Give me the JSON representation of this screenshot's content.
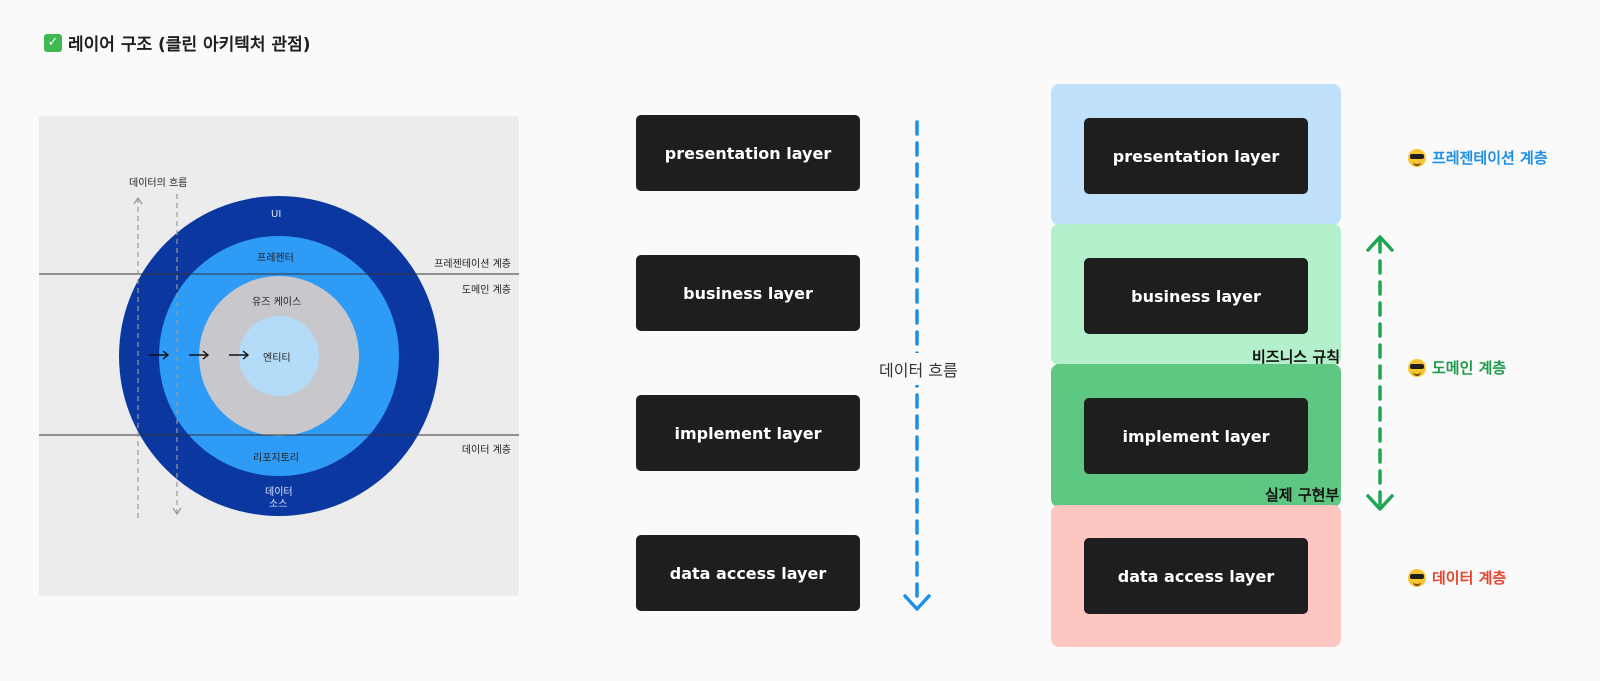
{
  "header": {
    "check_icon": "check-box-icon",
    "title": "레이어 구조 (클린 아키텍처 관점)"
  },
  "circle_diagram": {
    "flow_label": "데이터의 흐름",
    "rings": {
      "outer": "UI",
      "presenter": "프레젠터",
      "usecase": "유즈 케이스",
      "entity": "엔티티",
      "repository": "리포지토리",
      "datasource_line1": "데이터",
      "datasource_line2": "소스"
    },
    "layers": {
      "presentation": "프레젠테이션 계층",
      "domain": "도메인 계층",
      "data": "데이터 계층"
    },
    "colors": {
      "outer": "#0a37a0",
      "presenter": "#2e9bf6",
      "usecase": "#c8c8cc",
      "entity": "#b4dcf8"
    }
  },
  "middle": {
    "blocks": [
      "presentation layer",
      "business layer",
      "implement layer",
      "data access layer"
    ],
    "flow_label": "데이터 흐름",
    "arrow_color": "#1e8fe8"
  },
  "right": {
    "blocks": [
      "presentation layer",
      "business layer",
      "implement layer",
      "data access layer"
    ],
    "band_colors": [
      "#bfe1fc",
      "#b3f0cb",
      "#5ec782",
      "#fdc6c0"
    ],
    "sub_labels": {
      "business": "비즈니스 규칙",
      "implement": "실제 구현부"
    },
    "tags": [
      {
        "text": "프레젠테이션 계층",
        "color": "#1e8fe8"
      },
      {
        "text": "도메인 계층",
        "color": "#1f9b4c"
      },
      {
        "text": "데이터 계층",
        "color": "#e5452f"
      }
    ],
    "arrow_color": "#1ea552"
  }
}
